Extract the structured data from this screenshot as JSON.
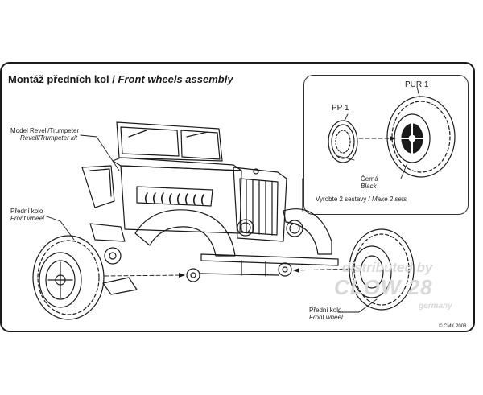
{
  "title": {
    "cz": "Montáž předních kol",
    "sep": " / ",
    "en": "Front wheels assembly"
  },
  "labels": {
    "model_cz": "Model Revell/Trumpeter",
    "model_en": "Revell/Trumpeter kit",
    "front_wheel_left_cz": "Přední kolo",
    "front_wheel_left_en": "Front wheel",
    "front_wheel_right_cz": "Přední kolo",
    "front_wheel_right_en": "Front wheel",
    "pp1": "PP 1",
    "pur1": "PUR 1",
    "black_cz": "Černá",
    "black_en": "Black",
    "sets_cz": "Vyrobte 2 sestavy",
    "sets_sep": " / ",
    "sets_en": "Make 2 sets"
  },
  "watermark": {
    "line1": "distributed by",
    "line2": "CLOW 28",
    "line3": "germany"
  },
  "copyright": "© CMK 2008"
}
